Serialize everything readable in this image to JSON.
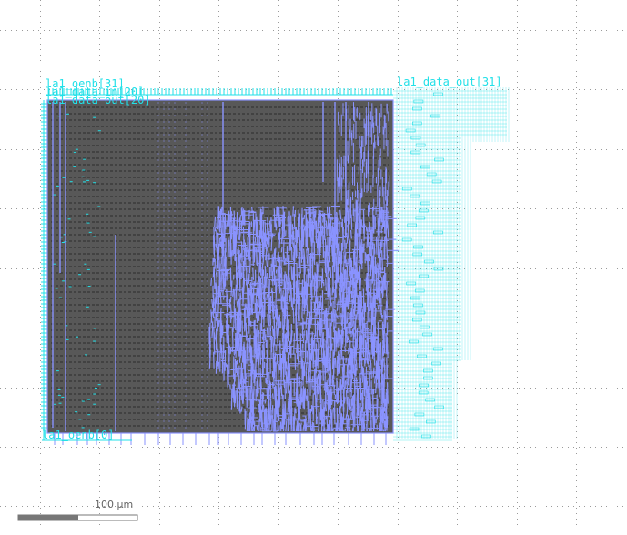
{
  "viewer": {
    "scale_bar_label": "100 μm"
  },
  "labels": {
    "top_left_1": "la1_oenb[31]",
    "top_left_2": "la1_data_in[20]",
    "top_left_3": "la1_data_out[20]",
    "top_right_1": "la1_data_out[31]",
    "bottom_left": "la1_oenb[0]"
  },
  "colors": {
    "background": "#ffffff",
    "grid_dot": "#9a9a9a",
    "die_fill": "#585858",
    "metal_blue": "#8a93ff",
    "pin_cyan": "#22e0e8",
    "scale_bar": "#777777"
  }
}
